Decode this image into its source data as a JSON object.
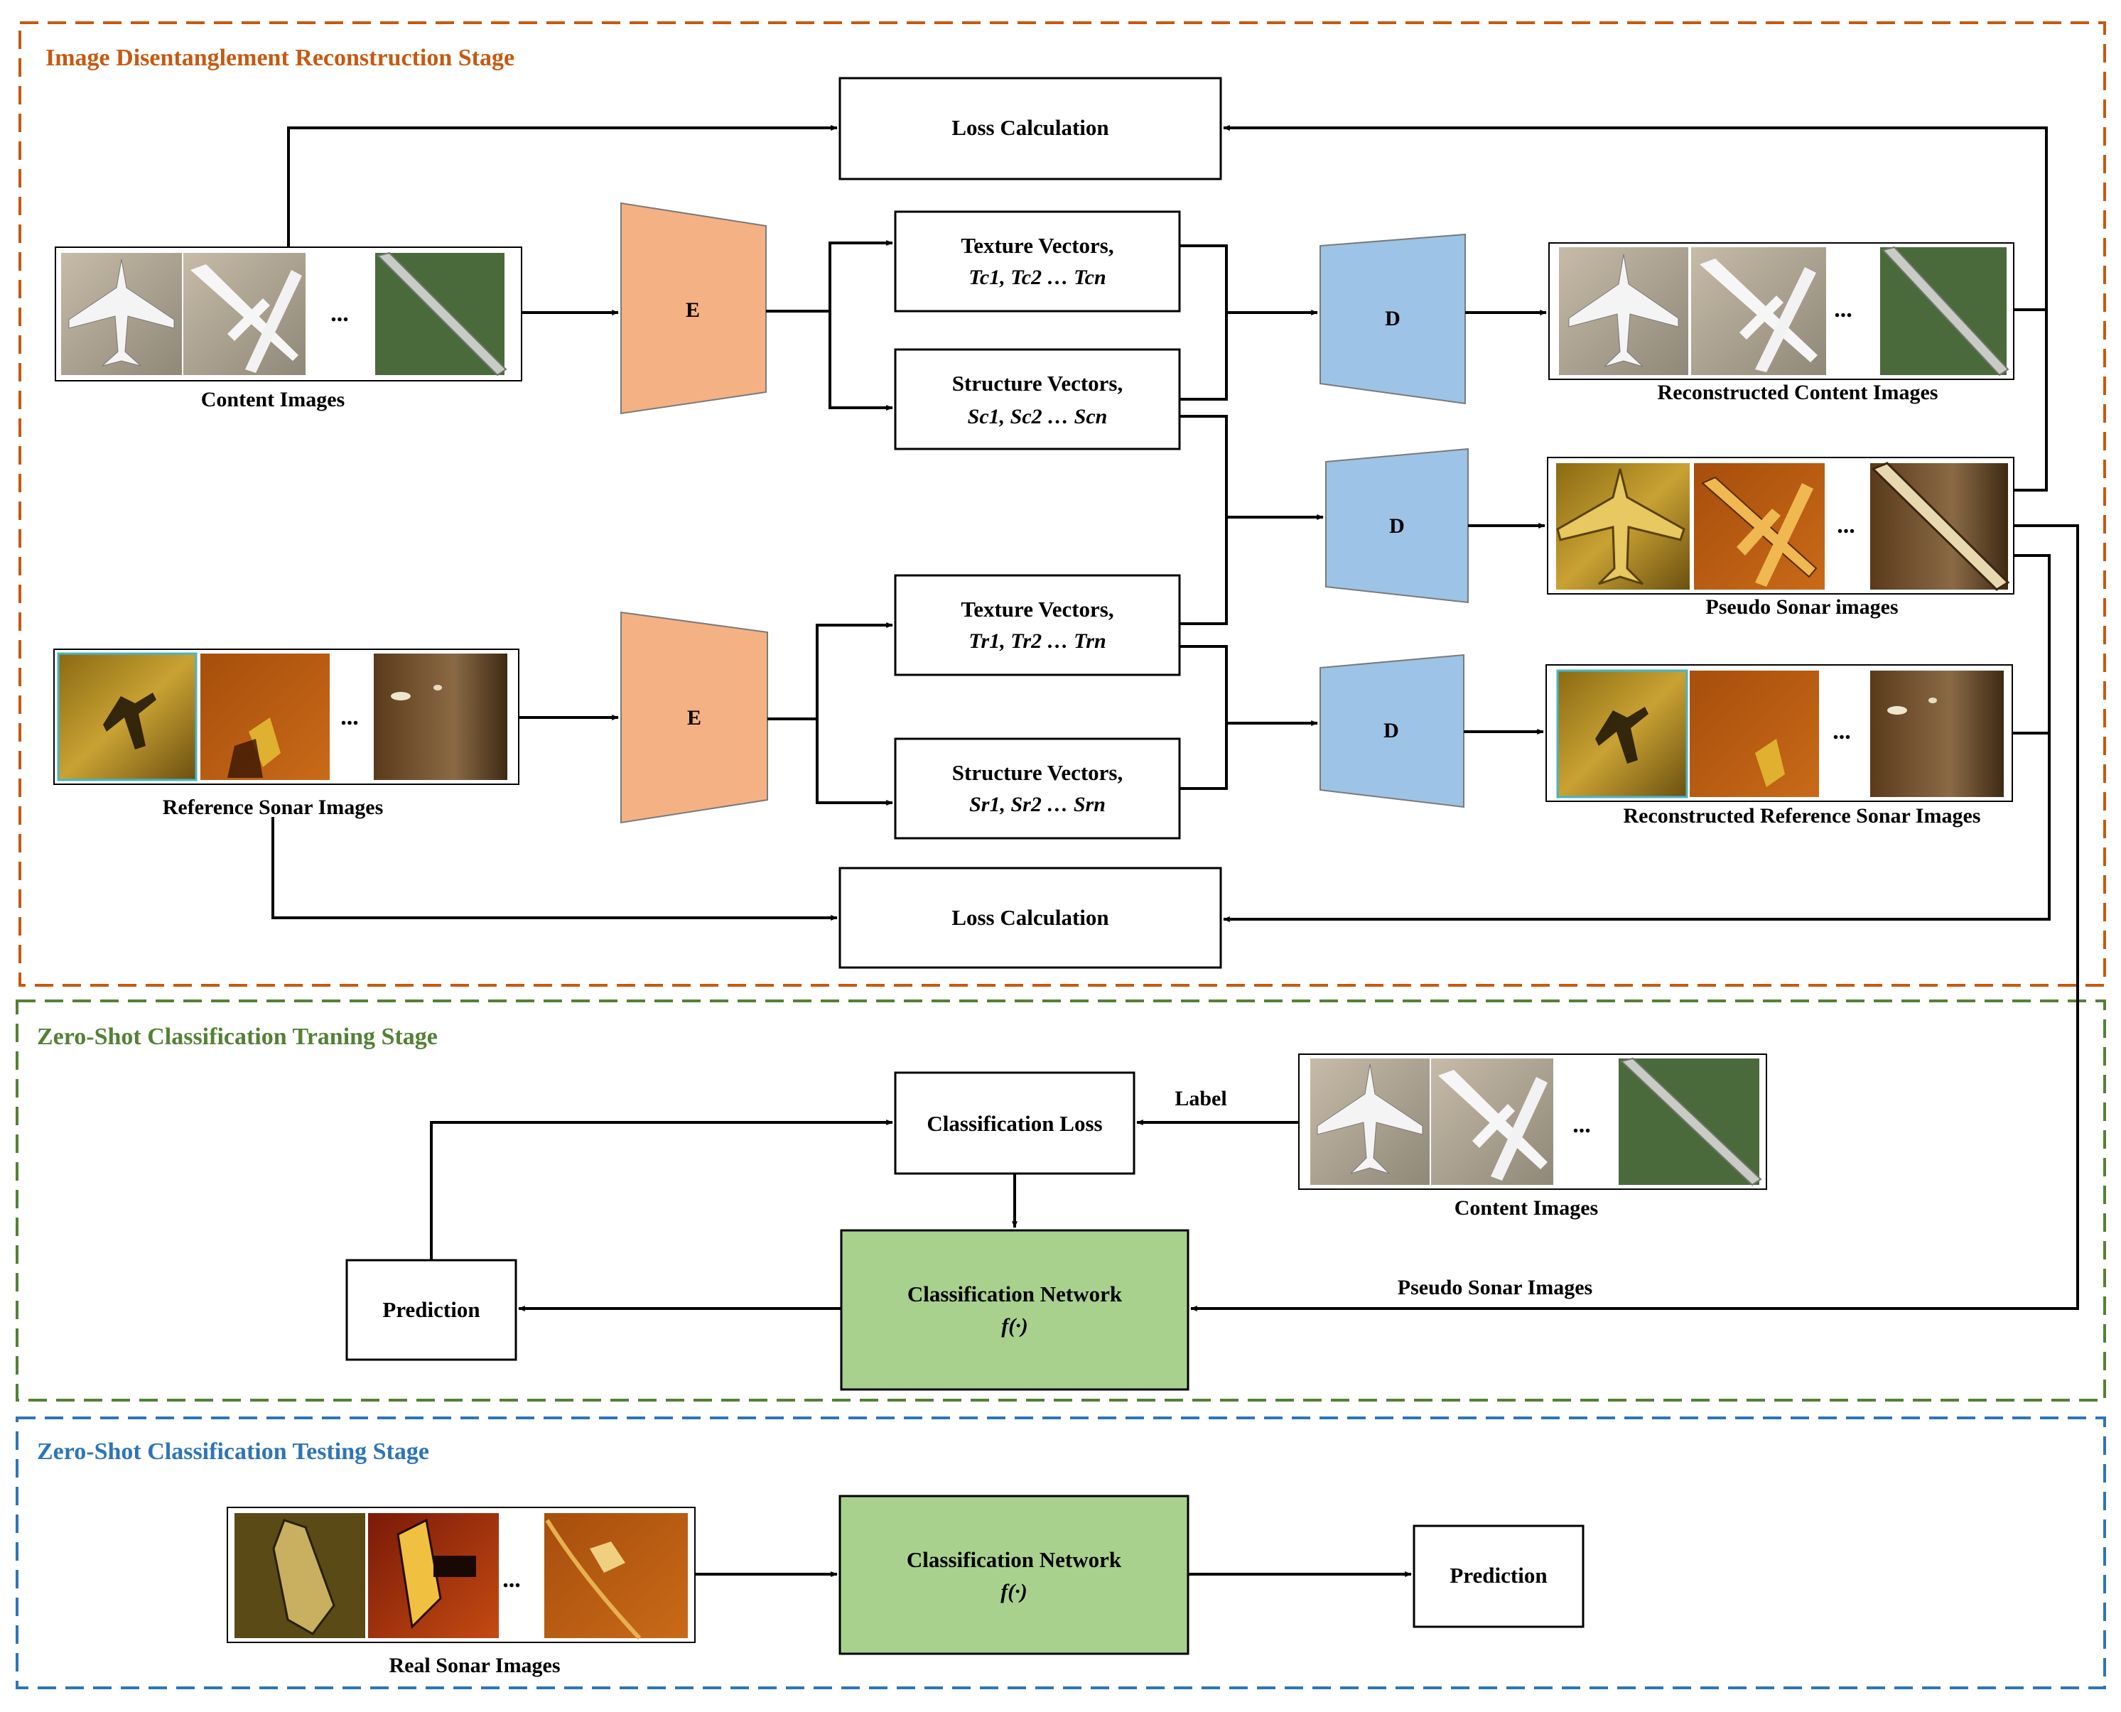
{
  "stages": {
    "reconstruction": {
      "title": "Image Disentanglement Reconstruction Stage",
      "color": "#c55a11"
    },
    "training": {
      "title": "Zero-Shot Classification Traning Stage",
      "color": "#538135"
    },
    "testing": {
      "title": "Zero-Shot Classification Testing Stage",
      "color": "#2e75b6"
    }
  },
  "modules": {
    "encoder_label": "E",
    "decoder_label": "D",
    "encoder_color": "#f4b183",
    "decoder_color": "#9dc3e6",
    "network_color": "#a9d18e"
  },
  "boxes": {
    "loss_top": "Loss Calculation",
    "loss_bottom": "Loss Calculation",
    "texture_content": {
      "title": "Texture Vectors,",
      "sub": "Tc1, Tc2 … Tcn"
    },
    "structure_content": {
      "title": "Structure Vectors,",
      "sub": "Sc1, Sc2 … Scn"
    },
    "texture_reference": {
      "title": "Texture Vectors,",
      "sub": "Tr1, Tr2 … Trn"
    },
    "structure_reference": {
      "title": "Structure Vectors,",
      "sub": "Sr1, Sr2 … Srn"
    },
    "classification_loss": "Classification Loss",
    "classification_network_train": {
      "title": "Classification Network",
      "sub": "f(·)"
    },
    "classification_network_test": {
      "title": "Classification Network",
      "sub": "f(·)"
    },
    "prediction_train": "Prediction",
    "prediction_test": "Prediction"
  },
  "image_strips": {
    "content": {
      "caption": "Content Images",
      "ellipsis": "..."
    },
    "reference_sonar": {
      "caption": "Reference Sonar Images",
      "ellipsis": "..."
    },
    "reconstructed_content": {
      "caption": "Reconstructed Content Images",
      "ellipsis": "..."
    },
    "pseudo_sonar": {
      "caption": "Pseudo Sonar images",
      "ellipsis": "..."
    },
    "reconstructed_reference": {
      "caption": "Reconstructed Reference Sonar Images",
      "ellipsis": "..."
    },
    "content_training": {
      "caption": "Content Images",
      "ellipsis": "..."
    },
    "real_sonar": {
      "caption": "Real Sonar Images",
      "ellipsis": "..."
    }
  },
  "edge_labels": {
    "label": "Label",
    "pseudo_sonar_images": "Pseudo Sonar Images"
  }
}
